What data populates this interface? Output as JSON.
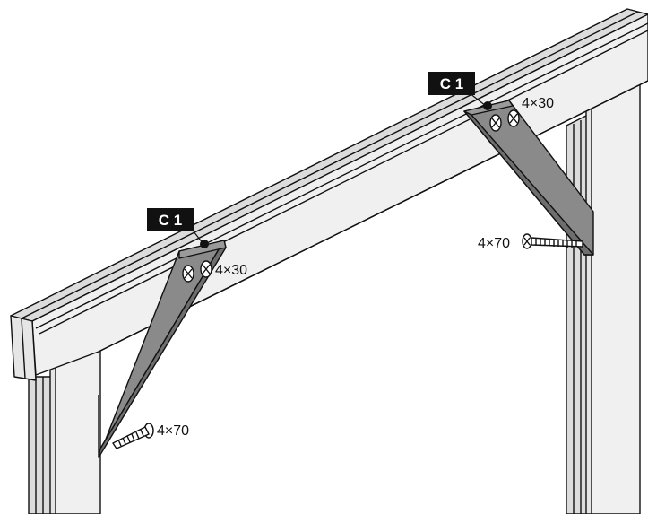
{
  "diagram": {
    "part_labels": [
      "C 1",
      "C 1"
    ],
    "screw_short": [
      "4×30",
      "4×30"
    ],
    "screw_long": [
      "4×70",
      "4×70"
    ]
  },
  "colors": {
    "wood_face": "#f0f0f0",
    "wood_side": "#dcdcdc",
    "brace_face": "#8a8a8a",
    "brace_side": "#6e6e6e",
    "outline": "#111111",
    "label_bg": "#111111",
    "label_fg": "#ffffff"
  }
}
